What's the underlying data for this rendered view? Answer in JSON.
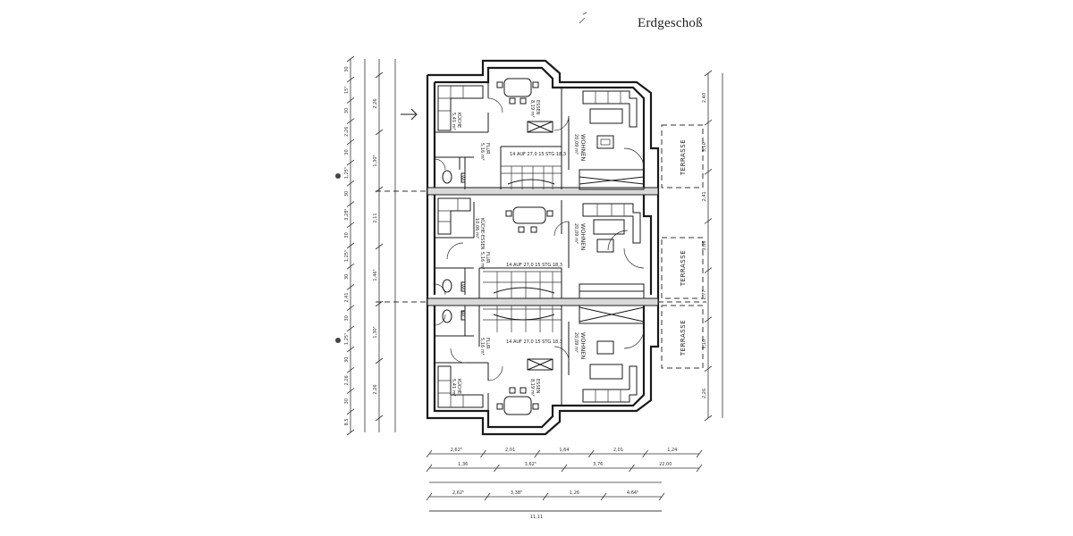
{
  "title": "Erdgeschoß",
  "rooms": {
    "kueche_top": "KÜCHE",
    "kueche_top_area": "5,41 m²",
    "essen_top": "ESSEN",
    "essen_top_area": "8,19 m²",
    "wohnen_top": "WOHNEN",
    "wohnen_top_area": "20,09 m²",
    "flur_top": "FLUR",
    "flur_top_area": "5,16 m²",
    "wc_top": "WC",
    "stair_top": "14 AUF 27,0  15 STG 18,3",
    "kueche_essen_mid": "KÜCHE-ESSEN",
    "kueche_essen_mid_area": "10,06 m²",
    "wohnen_mid": "WOHNEN",
    "wohnen_mid_area": "20,09 m²",
    "flur_mid": "FLUR",
    "flur_mid_area": "5,16 m²",
    "wc_mid": "WC",
    "stair_mid": "14 AUF 27,0  15 STG 18,3",
    "wc_bot": "WC",
    "flur_bot": "FLUR",
    "flur_bot_area": "5,16 m²",
    "stair_bot": "14 AUF 27,0  15 STG 18,3",
    "wohnen_bot": "WOHNEN",
    "wohnen_bot_area": "20,09 m²",
    "kueche_bot": "KÜCHE",
    "kueche_bot_area": "5,41 m²",
    "essen_bot": "ESSEN",
    "essen_bot_area": "8,19 m²"
  },
  "terraces": [
    "TERRASSE",
    "TERRASSE",
    "TERRASSE"
  ],
  "dims_left_outer": [
    "30",
    "15⁵",
    "30",
    "2,26",
    "30",
    "1,25⁵",
    "30",
    "3,28⁵",
    "30",
    "1,25⁵",
    "30",
    "2,41",
    "30",
    "1,25⁵",
    "30",
    "2,26",
    "30",
    "8,5"
  ],
  "dims_left_inner": [
    "2,26",
    "1,30⁵",
    "2,11",
    "1,46⁵",
    "1,30⁵",
    "2,26"
  ],
  "dims_right": [
    "2,40",
    "3,10",
    "2,41",
    "3,08",
    "1,77",
    "3,10",
    "2,26"
  ],
  "dims_bottom_row1": [
    "2,62⁵",
    "2,01",
    "1,64",
    "2,01",
    "1,24"
  ],
  "dims_bottom_row2": [
    "1,36",
    "3,62⁵",
    "3,76",
    "22,00"
  ],
  "dims_bottom_row3": [
    "2,62⁵",
    "3,38⁵",
    "1,26",
    "4,64⁵"
  ],
  "dims_bottom_total": "11,11"
}
